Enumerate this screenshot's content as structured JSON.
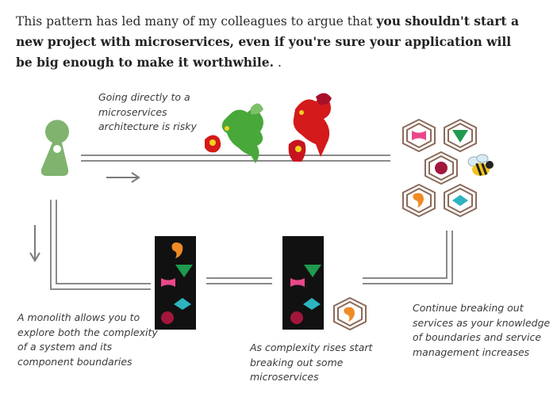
{
  "paragraph": {
    "intro": "This pattern has led many of my colleagues to argue that ",
    "emphasis": "you shouldn't start a new project with microservices, even if you're sure your application will be big enough to make it worthwhile.",
    "trail": " ."
  },
  "diagram": {
    "caption_top": "Going directly to a\nmicroservices\narchitecture is risky",
    "caption_monolith": "A monolith allows you to\nexplore both the complexity\nof a system and its\ncomponent boundaries",
    "caption_middle": "As complexity rises start\nbreaking out some\nmicroservices",
    "caption_right": "Continue breaking out\nservices as your knowledge\nof boundaries and service\nmanagement increases",
    "icons": [
      "person-icon",
      "dragon-icon",
      "bee-icon",
      "hexagon-icon",
      "monolith-block-icon"
    ]
  },
  "colors": {
    "text": "#2b2b2b",
    "pipe": "#8a8a8a",
    "monolith": "#111111",
    "hexagon": "#8b6a5a",
    "person": "#7fb36e",
    "pink": "#e9478a",
    "green": "#1f9a4e",
    "maroon": "#a3163c",
    "orange": "#f08a24",
    "teal": "#2cb4c0",
    "dragon_green": "#48a83a",
    "dragon_red": "#d41a1a"
  }
}
